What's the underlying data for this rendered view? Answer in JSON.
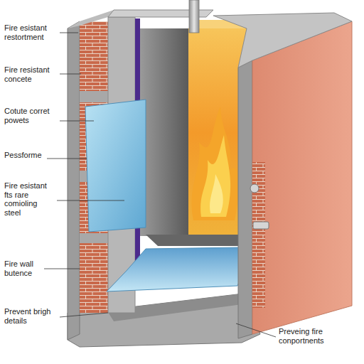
{
  "diagram": {
    "labels": [
      "Fire esistant restortment",
      "Fire resistant concete",
      "Cotute corret powets",
      "Pessforme",
      "Fire esistant fts rare comioling steel",
      "Fire wall butence",
      "Prevent brigh details",
      "Preveing fire conportnents"
    ]
  }
}
